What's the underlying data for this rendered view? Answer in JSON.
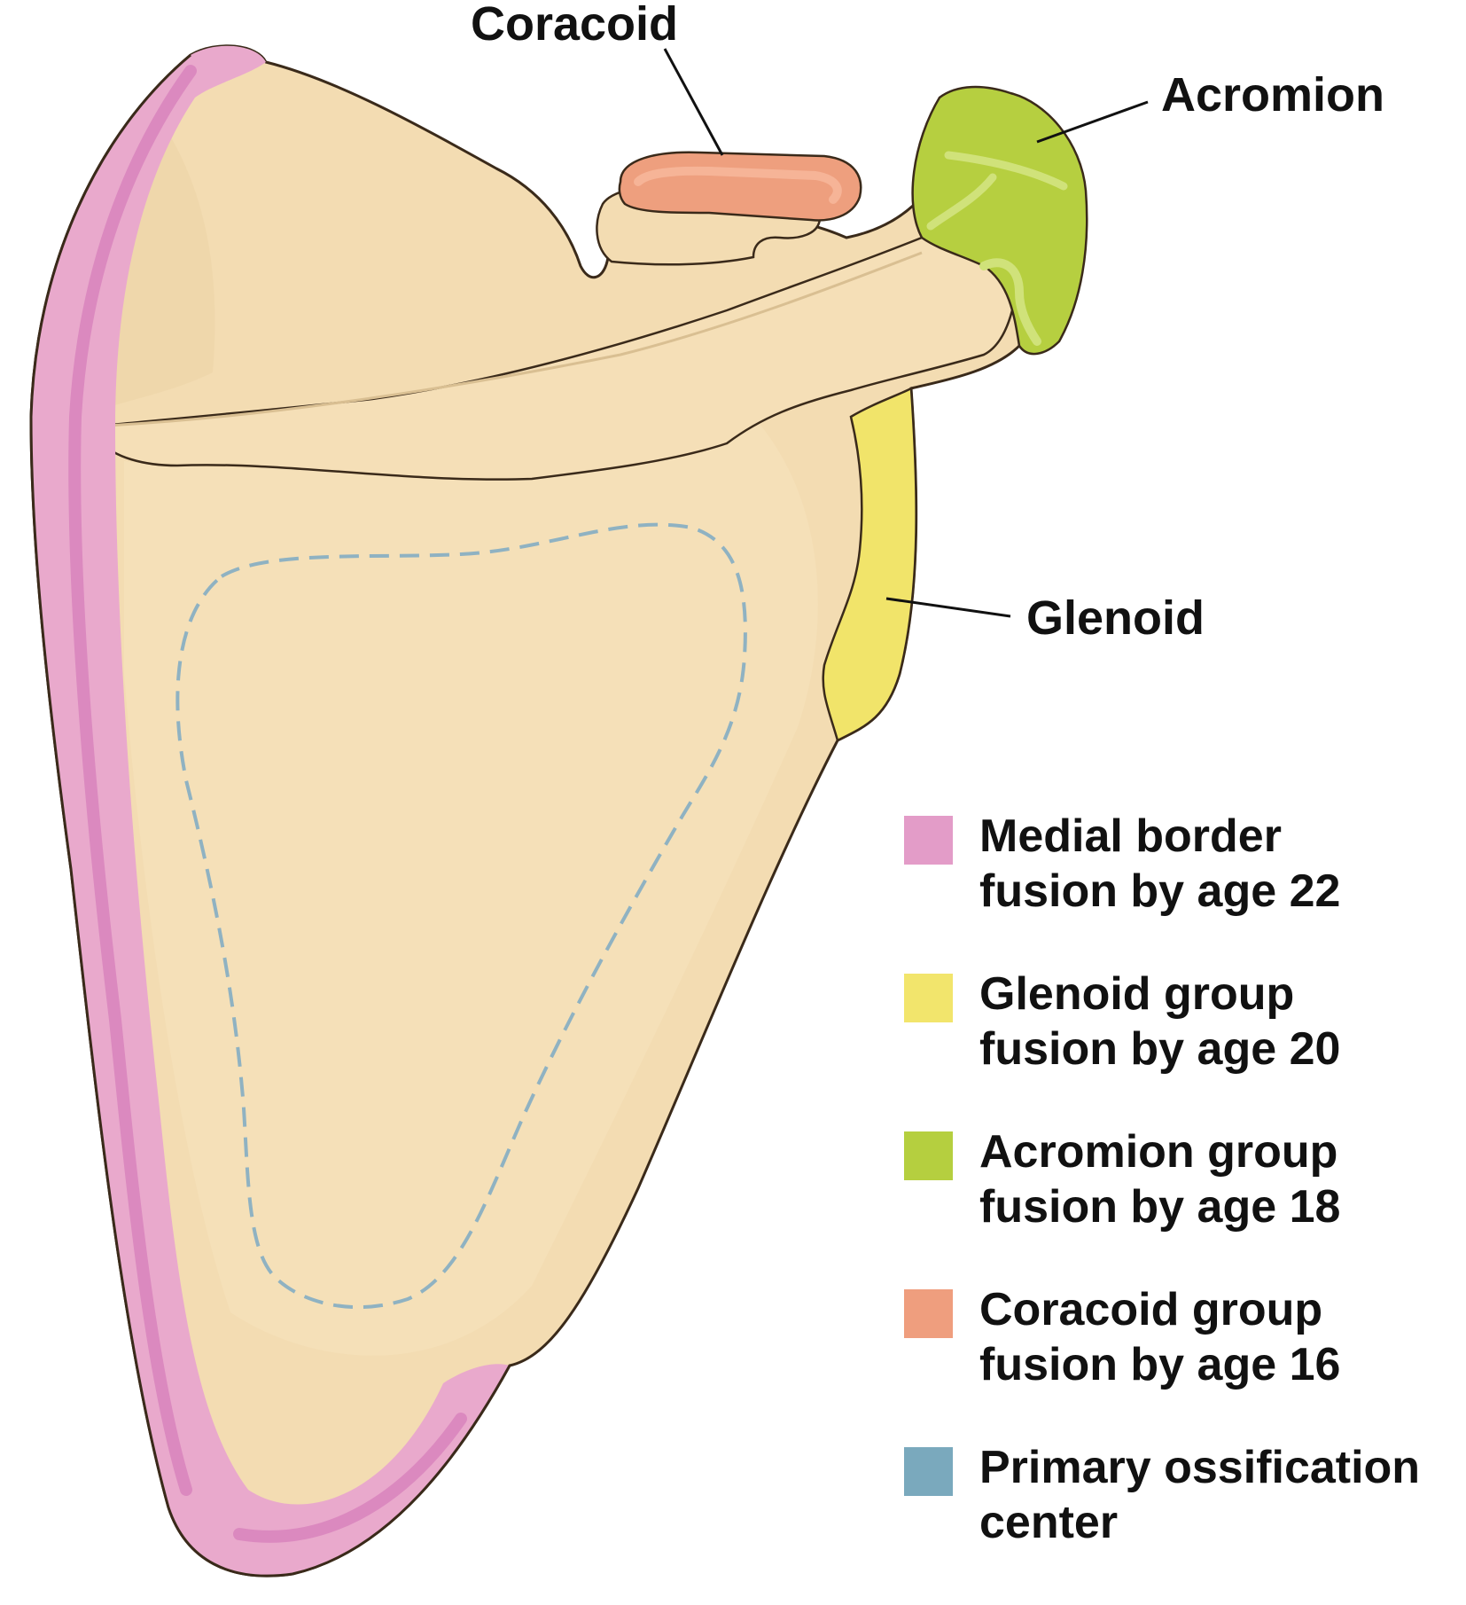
{
  "colors": {
    "bone": "#f3dcb2",
    "bone_shade": "#e9cfa1",
    "outline": "#3a2a1a",
    "medial_border": "#e9a9cc",
    "medial_border_core": "#db89bf",
    "glenoid_group": "#f1e46a",
    "acromion_group": "#b6cf40",
    "acromion_light": "#d0e27a",
    "coracoid_group": "#ee9f7e",
    "primary_ossification": "#7aa9bd"
  },
  "labels": {
    "coracoid": "Coracoid",
    "acromion": "Acromion",
    "glenoid": "Glenoid"
  },
  "legend": [
    {
      "line1": "Medial border",
      "line2": "fusion by age 22",
      "color": "#e39cc8"
    },
    {
      "line1": "Glenoid group",
      "line2": "fusion by age 20",
      "color": "#f2e56c"
    },
    {
      "line1": "Acromion group",
      "line2": "fusion by age 18",
      "color": "#b5cf3f"
    },
    {
      "line1": "Coracoid group",
      "line2": "fusion by age 16",
      "color": "#ef9e7e"
    },
    {
      "line1": "Primary ossification",
      "line2": "center",
      "color": "#7aa9bd"
    }
  ]
}
